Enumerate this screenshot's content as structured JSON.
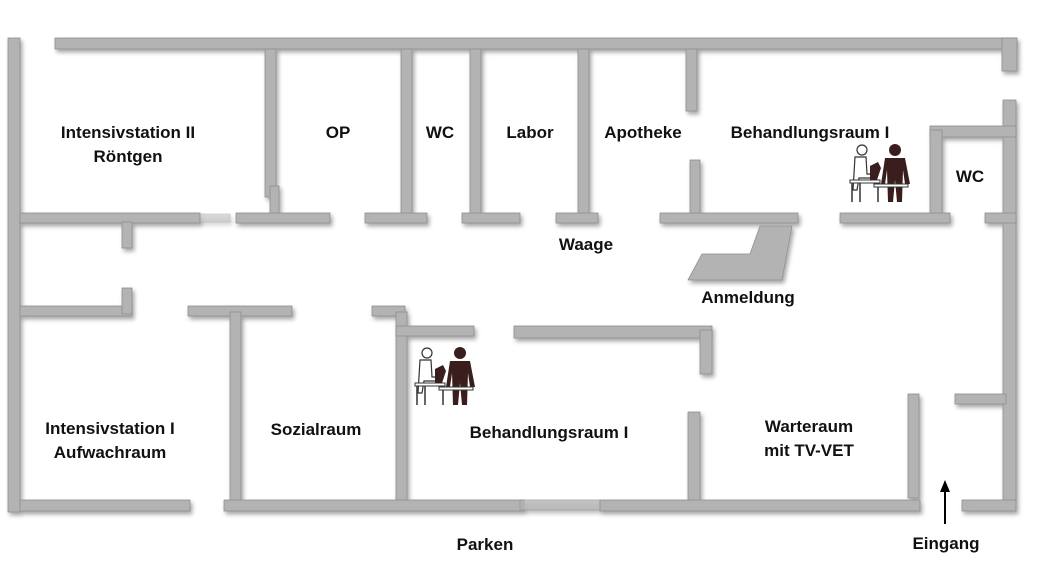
{
  "rooms": {
    "intensiv2_line1": "Intensivstation II",
    "intensiv2_line2": "Röntgen",
    "op": "OP",
    "wc_top": "WC",
    "labor": "Labor",
    "apotheke": "Apotheke",
    "behandlung_top": "Behandlungsraum I",
    "wc_right": "WC",
    "waage": "Waage",
    "anmeldung": "Anmeldung",
    "intensiv1_line1": "Intensivstation I",
    "intensiv1_line2": "Aufwachraum",
    "sozialraum": "Sozialraum",
    "behandlung_bottom": "Behandlungsraum I",
    "warteraum_line1": "Warteraum",
    "warteraum_line2": "mit TV-VET",
    "parken": "Parken",
    "eingang": "Eingang"
  },
  "colors": {
    "wall": "#b3b3b3",
    "wall_shadow": "#8f8f8f",
    "figure_dark": "#3a1e1e",
    "figure_light": "#ffffff"
  },
  "icons": [
    "vet-consultation-icon",
    "entrance-arrow-icon"
  ]
}
